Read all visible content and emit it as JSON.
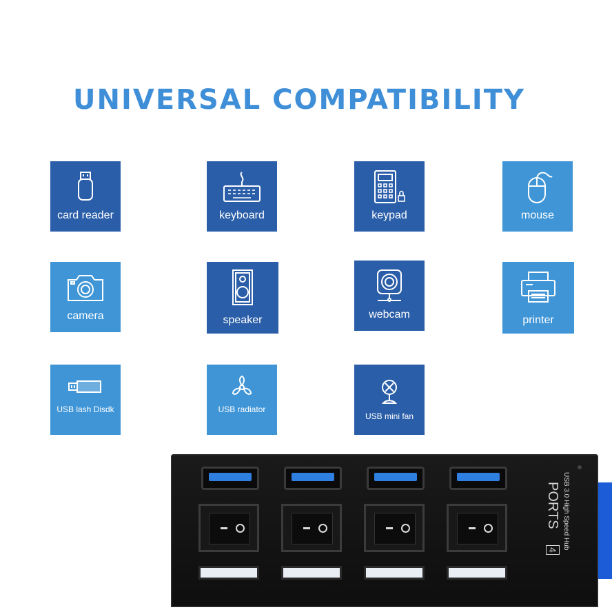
{
  "title": "UNIVERSAL COMPATIBILITY",
  "colors": {
    "title": "#3f8fd8",
    "tile_dark": "#2a5ea8",
    "tile_light": "#3f95d6",
    "hub": "#111111",
    "port_blue": "#2f7fe0"
  },
  "tiles": [
    {
      "label": "card reader",
      "icon": "usb-card-reader-icon"
    },
    {
      "label": "keyboard",
      "icon": "keyboard-icon"
    },
    {
      "label": "keypad",
      "icon": "keypad-icon"
    },
    {
      "label": "mouse",
      "icon": "mouse-icon"
    },
    {
      "label": "camera",
      "icon": "camera-icon"
    },
    {
      "label": "speaker",
      "icon": "speaker-icon"
    },
    {
      "label": "webcam",
      "icon": "webcam-icon"
    },
    {
      "label": "printer",
      "icon": "printer-icon"
    },
    {
      "label": "USB lash Disdk",
      "icon": "usb-flash-disk-icon"
    },
    {
      "label": "USB radiator",
      "icon": "fan-icon"
    },
    {
      "label": "USB mini fan",
      "icon": "mini-fan-icon"
    }
  ],
  "hub": {
    "ports_label": "PORTS",
    "ports_count": "4",
    "subtitle": "USB 3.0 High Speed Hub",
    "switch_off": "O",
    "switch_on": "I"
  }
}
